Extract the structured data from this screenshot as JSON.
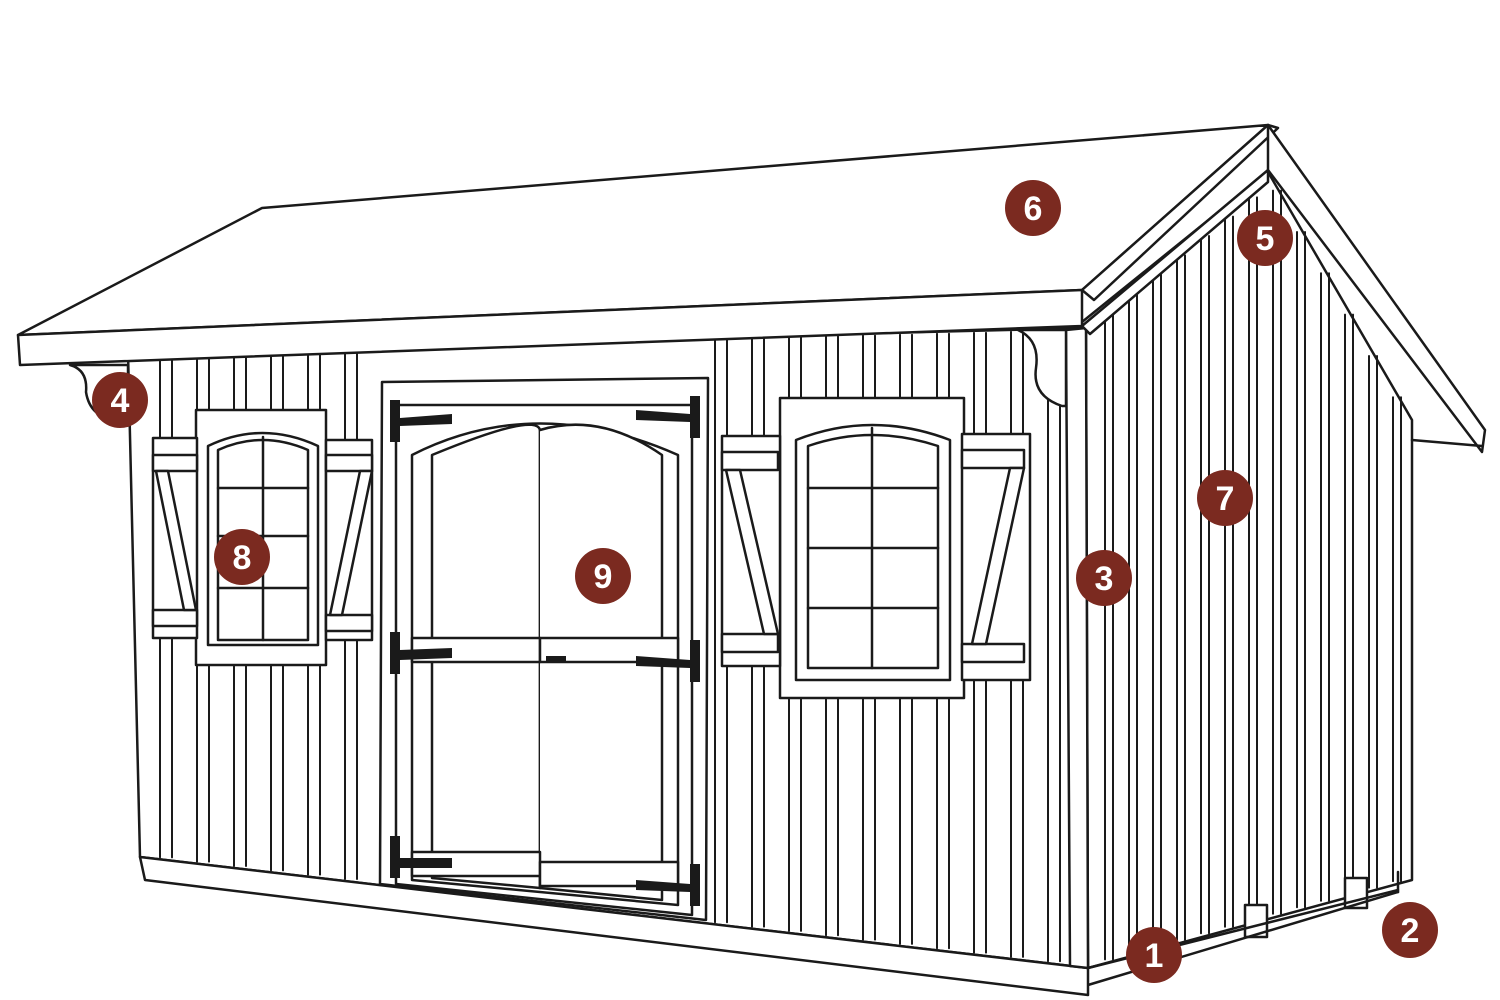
{
  "colors": {
    "marker_fill": "#7b2a20",
    "line": "#1a1a1a",
    "fill": "#ffffff"
  },
  "diagram": {
    "subject": "board-and-batten storage shed line drawing with double doors, shuttered windows and gable roof",
    "markers": [
      {
        "id": "marker-1",
        "label": "1",
        "part": "floor-frame-corner"
      },
      {
        "id": "marker-2",
        "label": "2",
        "part": "skids-foundation"
      },
      {
        "id": "marker-3",
        "label": "3",
        "part": "corner-trim"
      },
      {
        "id": "marker-4",
        "label": "4",
        "part": "overhang-bracket"
      },
      {
        "id": "marker-5",
        "label": "5",
        "part": "gable-peak"
      },
      {
        "id": "marker-6",
        "label": "6",
        "part": "roof"
      },
      {
        "id": "marker-7",
        "label": "7",
        "part": "side-siding"
      },
      {
        "id": "marker-8",
        "label": "8",
        "part": "window-with-shutters"
      },
      {
        "id": "marker-9",
        "label": "9",
        "part": "double-doors"
      }
    ]
  }
}
